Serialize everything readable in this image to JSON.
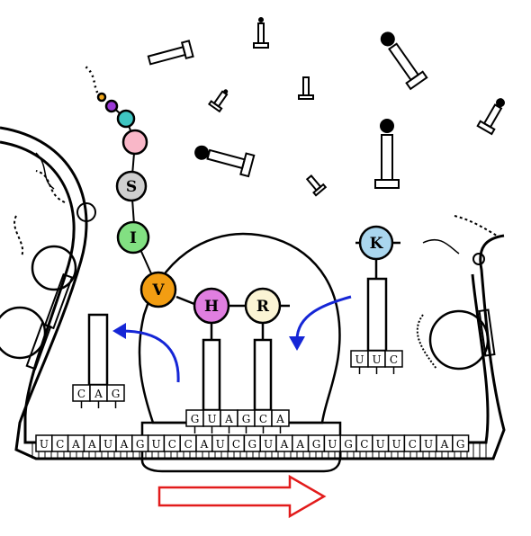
{
  "mrna": {
    "sequence": [
      "U",
      "C",
      "A",
      "A",
      "U",
      "A",
      "G",
      "U",
      "C",
      "C",
      "A",
      "U",
      "C",
      "G",
      "U",
      "A",
      "A",
      "G",
      "U",
      "G",
      "C",
      "U",
      "U",
      "C",
      "U",
      "A",
      "G"
    ]
  },
  "ribosome_trnas": [
    {
      "role": "P-site",
      "amino_acid": "H",
      "color": "#e07ee0",
      "anticodon": [
        "G",
        "U",
        "A"
      ]
    },
    {
      "role": "A-site",
      "amino_acid": "R",
      "color": "#fbf4d4",
      "anticodon": [
        "G",
        "C",
        "A"
      ]
    }
  ],
  "exiting_trna": {
    "anticodon": [
      "C",
      "A",
      "G"
    ]
  },
  "incoming_trna": {
    "amino_acid": "K",
    "color": "#aad6ee",
    "anticodon": [
      "U",
      "U",
      "C"
    ]
  },
  "peptide_chain": [
    {
      "label": "V",
      "color": "#f29d12"
    },
    {
      "label": "I",
      "color": "#82e082"
    },
    {
      "label": "S",
      "color": "#cfcfcf"
    },
    {
      "label": "",
      "color": "#f9b7c8"
    },
    {
      "label": "",
      "color": "#3fc6c2"
    },
    {
      "label": "",
      "color": "#9b39d6"
    },
    {
      "label": "",
      "color": "#f2a81c"
    }
  ],
  "colors": {
    "movement_arrow": "#e21b1b",
    "trna_motion_arrows": "#1526d6",
    "outline": "#000000"
  }
}
